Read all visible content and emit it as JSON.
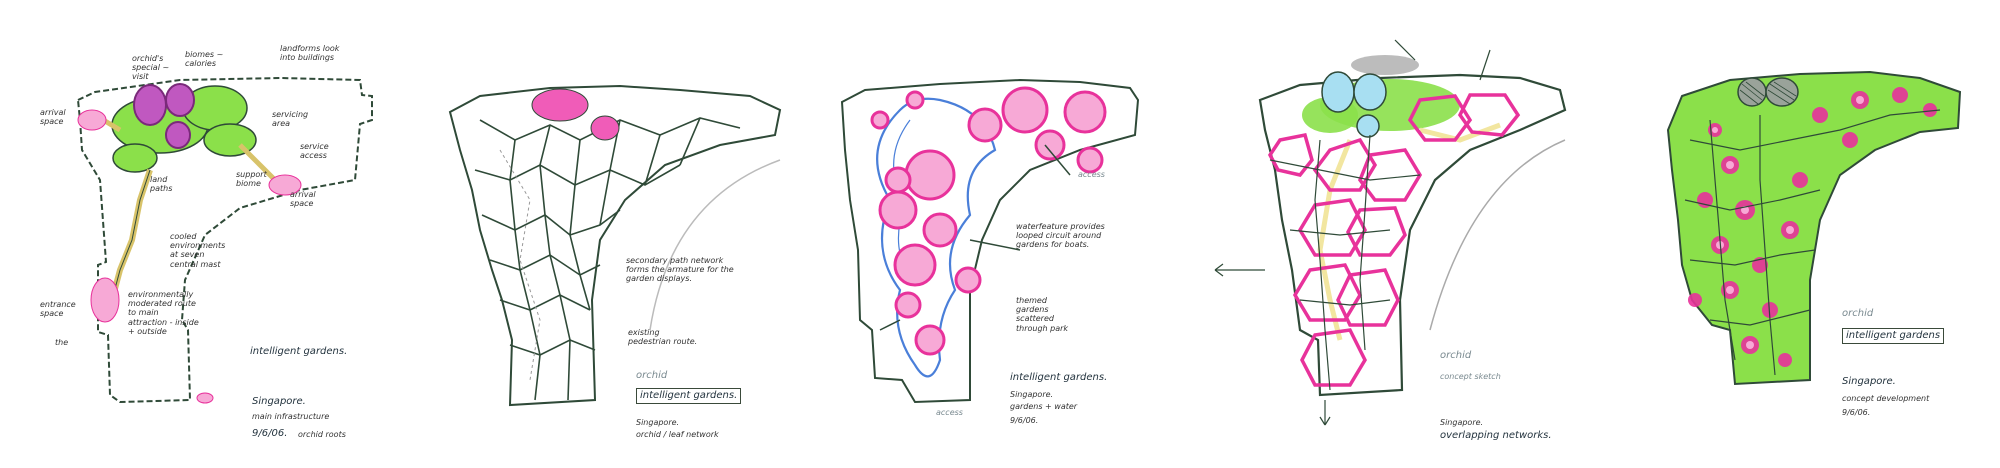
{
  "colors": {
    "outline": "#2f4a38",
    "green_wash": "#8be04a",
    "magenta": "#e8329b",
    "pink_fill": "#f7a9d6",
    "blue_line": "#4a7fd9",
    "cyan_fill": "#a8dff2",
    "purple": "#7a2a7a",
    "yellow": "#f2e6a0"
  },
  "panel1": {
    "labels": {
      "arrival_space_top": "arrival space",
      "orchid_display": "orchid's special ~ visit",
      "biomes": "biomes ~ calories",
      "landforms": "landforms look into buildings",
      "servicing": "servicing area",
      "service_access": "service access",
      "support_biome": "support biome",
      "land_paths": "land paths",
      "arrival_space_right": "arrival space",
      "cooled": "cooled environments at seven central mast",
      "environmental": "environmentally moderated route to main attraction - inside + outside",
      "entrance_space": "entrance space",
      "the": "the"
    },
    "title": "intelligent gardens.",
    "location": "Singapore.",
    "subtitle": "main infrastructure",
    "date": "9/6/06.",
    "note": "orchid roots"
  },
  "panel2": {
    "labels": {
      "secondary": "secondary path network forms the armature for the garden displays.",
      "existing": "existing pedestrian route."
    },
    "orchid": "orchid",
    "title": "intelligent gardens.",
    "location": "Singapore.",
    "subtitle": "orchid / leaf network"
  },
  "panel3": {
    "labels": {
      "waterfeature": "waterfeature provides looped circuit around gardens for boats.",
      "themed": "themed gardens scattered through park",
      "access_top": "access",
      "access_bottom": "access"
    },
    "title": "intelligent gardens.",
    "location": "Singapore.",
    "subtitle": "gardens + water",
    "date": "9/6/06."
  },
  "panel4": {
    "orchid": "orchid",
    "concept": "concept sketch",
    "location": "Singapore.",
    "subtitle": "overlapping networks."
  },
  "panel5": {
    "orchid": "orchid",
    "title": "intelligent gardens",
    "location": "Singapore.",
    "subtitle": "concept development",
    "date": "9/6/06."
  }
}
